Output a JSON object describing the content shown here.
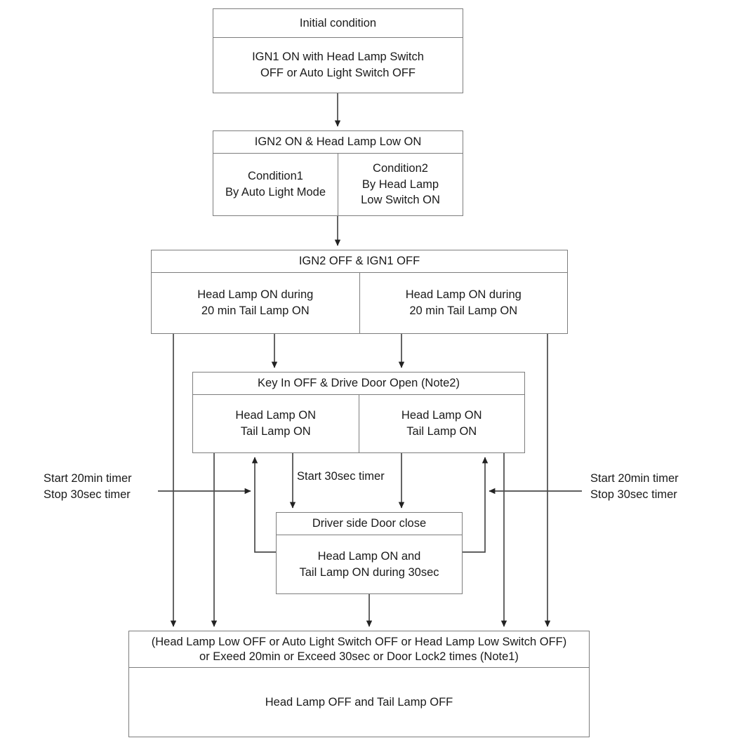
{
  "diagram": {
    "title": "Head Lamp / Tail Lamp control state flow",
    "stroke_color": "#7d7d7d",
    "wire_color": "#4a4a4a",
    "background": "#ffffff"
  },
  "nodes": {
    "initial": {
      "header": "Initial condition",
      "cells": [
        {
          "lines": [
            "IGN1 ON with Head Lamp Switch",
            "OFF or Auto Light Switch OFF"
          ]
        }
      ]
    },
    "ign2_on": {
      "header": "IGN2 ON & Head Lamp Low ON",
      "cells": [
        {
          "lines": [
            "Condition1",
            "By Auto Light Mode"
          ]
        },
        {
          "lines": [
            "Condition2",
            "By Head Lamp",
            "Low Switch ON"
          ]
        }
      ]
    },
    "ign2_off": {
      "header": "IGN2 OFF & IGN1 OFF",
      "cells": [
        {
          "lines": [
            "Head Lamp ON during",
            "20 min Tail Lamp ON"
          ]
        },
        {
          "lines": [
            "Head Lamp ON during",
            "20 min Tail Lamp ON"
          ]
        }
      ]
    },
    "key_in_off": {
      "header": "Key In OFF & Drive Door Open (Note2)",
      "cells": [
        {
          "lines": [
            "Head Lamp ON",
            "Tail Lamp ON"
          ]
        },
        {
          "lines": [
            "Head Lamp ON",
            "Tail Lamp ON"
          ]
        }
      ]
    },
    "door_close": {
      "header": "Driver side Door close",
      "cells": [
        {
          "lines": [
            "Head Lamp ON and",
            "Tail Lamp ON during 30sec"
          ]
        }
      ]
    },
    "lamps_off": {
      "header_lines": [
        "(Head Lamp Low OFF or Auto Light Switch OFF or Head Lamp Low Switch OFF)",
        "or Exeed  20min or Exceed 30sec or Door Lock2 times (Note1)"
      ],
      "cells": [
        {
          "lines": [
            "Head Lamp OFF and Tail Lamp OFF"
          ]
        }
      ]
    }
  },
  "annotations": {
    "left_timer": {
      "lines": [
        "Start 20min timer",
        "Stop 30sec timer"
      ]
    },
    "right_timer": {
      "lines": [
        "Start 20min timer",
        "Stop 30sec timer"
      ]
    },
    "mid_timer": {
      "lines": [
        "Start 30sec timer"
      ]
    }
  }
}
